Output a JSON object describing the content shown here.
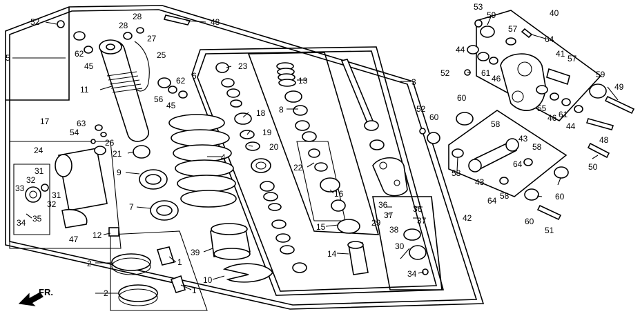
{
  "diagram": {
    "front_label": "FR.",
    "callouts": [
      {
        "id": "c52a",
        "text": "52"
      },
      {
        "id": "c48a",
        "text": "48"
      },
      {
        "id": "c28a",
        "text": "28"
      },
      {
        "id": "c28b",
        "text": "28"
      },
      {
        "id": "c27",
        "text": "27"
      },
      {
        "id": "c5",
        "text": "5"
      },
      {
        "id": "c62a",
        "text": "62"
      },
      {
        "id": "c45a",
        "text": "45"
      },
      {
        "id": "c25",
        "text": "25"
      },
      {
        "id": "c6",
        "text": "6"
      },
      {
        "id": "c23",
        "text": "23"
      },
      {
        "id": "c13",
        "text": "13"
      },
      {
        "id": "c3",
        "text": "3"
      },
      {
        "id": "c11",
        "text": "11"
      },
      {
        "id": "c56",
        "text": "56"
      },
      {
        "id": "c45b",
        "text": "45"
      },
      {
        "id": "c62b",
        "text": "62"
      },
      {
        "id": "c18",
        "text": "18"
      },
      {
        "id": "c8",
        "text": "8"
      },
      {
        "id": "c19",
        "text": "19"
      },
      {
        "id": "c20",
        "text": "20"
      },
      {
        "id": "c17",
        "text": "17"
      },
      {
        "id": "c63",
        "text": "63"
      },
      {
        "id": "c54",
        "text": "54"
      },
      {
        "id": "c26",
        "text": "26"
      },
      {
        "id": "c21",
        "text": "21"
      },
      {
        "id": "c4",
        "text": "4"
      },
      {
        "id": "c24",
        "text": "24"
      },
      {
        "id": "c31a",
        "text": "31"
      },
      {
        "id": "c32a",
        "text": "32"
      },
      {
        "id": "c33",
        "text": "33"
      },
      {
        "id": "c31b",
        "text": "31"
      },
      {
        "id": "c32b",
        "text": "32"
      },
      {
        "id": "c34a",
        "text": "34"
      },
      {
        "id": "c35",
        "text": "35"
      },
      {
        "id": "c9",
        "text": "9"
      },
      {
        "id": "c7",
        "text": "7"
      },
      {
        "id": "c22",
        "text": "22"
      },
      {
        "id": "c16",
        "text": "16"
      },
      {
        "id": "c15",
        "text": "15"
      },
      {
        "id": "c14",
        "text": "14"
      },
      {
        "id": "c47",
        "text": "47"
      },
      {
        "id": "c12",
        "text": "12"
      },
      {
        "id": "c39",
        "text": "39"
      },
      {
        "id": "c10",
        "text": "10"
      },
      {
        "id": "c2a",
        "text": "2"
      },
      {
        "id": "c1a",
        "text": "1"
      },
      {
        "id": "c2b",
        "text": "2"
      },
      {
        "id": "c1b",
        "text": "1"
      },
      {
        "id": "c36a",
        "text": "36"
      },
      {
        "id": "c37a",
        "text": "37"
      },
      {
        "id": "c36b",
        "text": "36"
      },
      {
        "id": "c37b",
        "text": "37"
      },
      {
        "id": "c29",
        "text": "29"
      },
      {
        "id": "c38",
        "text": "38"
      },
      {
        "id": "c30",
        "text": "30"
      },
      {
        "id": "c34b",
        "text": "34"
      },
      {
        "id": "c53",
        "text": "53"
      },
      {
        "id": "c59a",
        "text": "59"
      },
      {
        "id": "c40",
        "text": "40"
      },
      {
        "id": "c57a",
        "text": "57"
      },
      {
        "id": "c64a",
        "text": "64"
      },
      {
        "id": "c44a",
        "text": "44"
      },
      {
        "id": "c41",
        "text": "41"
      },
      {
        "id": "c57b",
        "text": "57"
      },
      {
        "id": "c52b",
        "text": "52"
      },
      {
        "id": "c61a",
        "text": "61"
      },
      {
        "id": "c46a",
        "text": "46"
      },
      {
        "id": "c59b",
        "text": "59"
      },
      {
        "id": "c49",
        "text": "49"
      },
      {
        "id": "c60a",
        "text": "60"
      },
      {
        "id": "c55",
        "text": "55"
      },
      {
        "id": "c46b",
        "text": "46"
      },
      {
        "id": "c61b",
        "text": "61"
      },
      {
        "id": "c44b",
        "text": "44"
      },
      {
        "id": "c52c",
        "text": "52"
      },
      {
        "id": "c60b",
        "text": "60"
      },
      {
        "id": "c58a",
        "text": "58"
      },
      {
        "id": "c43a",
        "text": "43"
      },
      {
        "id": "c58b",
        "text": "58"
      },
      {
        "id": "c48b",
        "text": "48"
      },
      {
        "id": "c50",
        "text": "50"
      },
      {
        "id": "c58c",
        "text": "58"
      },
      {
        "id": "c64b",
        "text": "64"
      },
      {
        "id": "c43b",
        "text": "43"
      },
      {
        "id": "c64c",
        "text": "64"
      },
      {
        "id": "c58d",
        "text": "58"
      },
      {
        "id": "c60c",
        "text": "60"
      },
      {
        "id": "c42",
        "text": "42"
      },
      {
        "id": "c60d",
        "text": "60"
      },
      {
        "id": "c51",
        "text": "51"
      }
    ]
  }
}
